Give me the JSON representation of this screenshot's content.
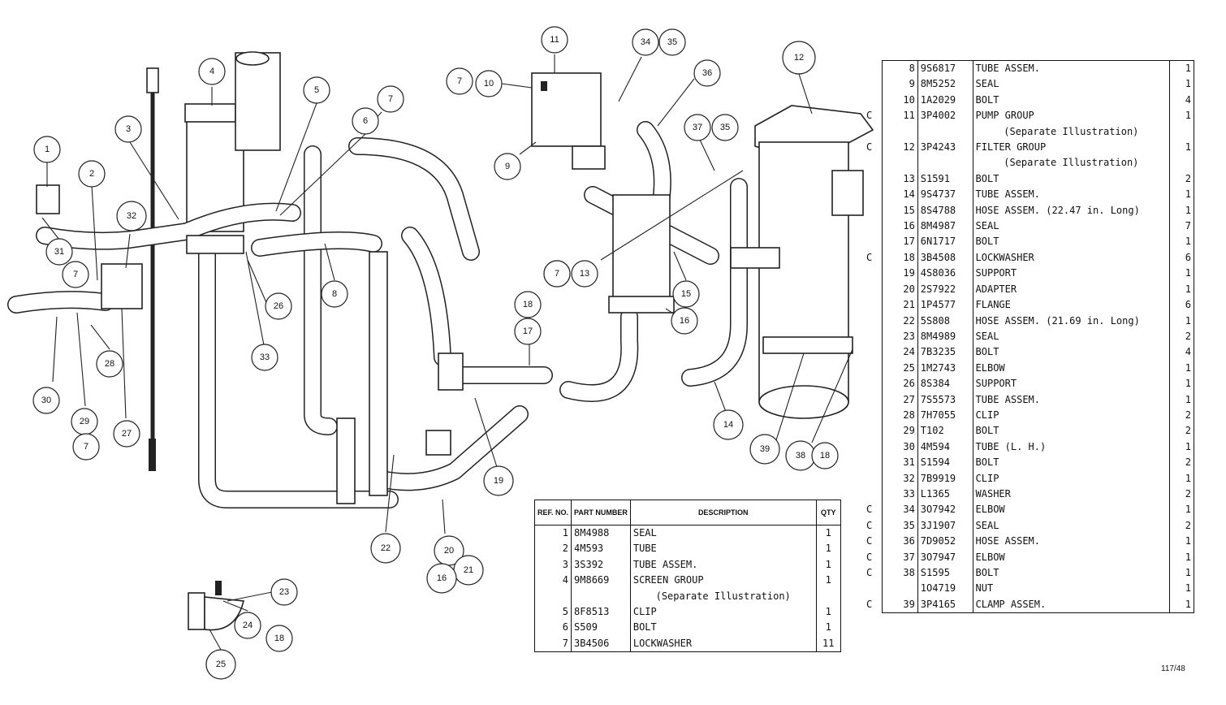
{
  "callouts": [
    {
      "n": "1"
    },
    {
      "n": "2"
    },
    {
      "n": "3"
    },
    {
      "n": "4"
    },
    {
      "n": "5"
    },
    {
      "n": "6"
    },
    {
      "n": "7"
    },
    {
      "n": "7"
    },
    {
      "n": "8"
    },
    {
      "n": "7"
    },
    {
      "n": "10"
    },
    {
      "n": "9"
    },
    {
      "n": "11"
    },
    {
      "n": "34"
    },
    {
      "n": "35"
    },
    {
      "n": "36"
    },
    {
      "n": "37"
    },
    {
      "n": "35"
    },
    {
      "n": "12"
    },
    {
      "n": "7"
    },
    {
      "n": "13"
    },
    {
      "n": "15"
    },
    {
      "n": "16"
    },
    {
      "n": "18"
    },
    {
      "n": "17"
    },
    {
      "n": "14"
    },
    {
      "n": "39"
    },
    {
      "n": "38"
    },
    {
      "n": "18"
    },
    {
      "n": "19"
    },
    {
      "n": "20"
    },
    {
      "n": "21"
    },
    {
      "n": "16"
    },
    {
      "n": "22"
    },
    {
      "n": "26"
    },
    {
      "n": "33"
    },
    {
      "n": "32"
    },
    {
      "n": "31"
    },
    {
      "n": "7"
    },
    {
      "n": "28"
    },
    {
      "n": "30"
    },
    {
      "n": "29"
    },
    {
      "n": "7"
    },
    {
      "n": "27"
    },
    {
      "n": "23"
    },
    {
      "n": "24"
    },
    {
      "n": "18"
    },
    {
      "n": "25"
    }
  ],
  "table_left": {
    "headers": {
      "ref": "REF. NO.",
      "part": "PART NUMBER",
      "description": "DESCRIPTION",
      "qty": "QTY"
    },
    "rows": [
      {
        "ref": "1",
        "pn": "8M4988",
        "desc": "SEAL",
        "qty": "1"
      },
      {
        "ref": "2",
        "pn": "4M593",
        "desc": "TUBE",
        "qty": "1"
      },
      {
        "ref": "3",
        "pn": "3S392",
        "desc": "TUBE ASSEM.",
        "qty": "1"
      },
      {
        "ref": "4",
        "pn": "9M8669",
        "desc": "SCREEN GROUP",
        "qty": "1"
      },
      {
        "ref": "",
        "pn": "",
        "desc": "(Separate Illustration)",
        "qty": ""
      },
      {
        "ref": "5",
        "pn": "8F8513",
        "desc": "CLIP",
        "qty": "1"
      },
      {
        "ref": "6",
        "pn": "S509",
        "desc": "BOLT",
        "qty": "1"
      },
      {
        "ref": "7",
        "pn": "3B4506",
        "desc": "LOCKWASHER",
        "qty": "11"
      }
    ]
  },
  "table_right": {
    "rows": [
      {
        "c": "",
        "ref": "8",
        "pn": "9S6817",
        "desc": "TUBE ASSEM.",
        "qty": "1"
      },
      {
        "c": "",
        "ref": "9",
        "pn": "8M5252",
        "desc": "SEAL",
        "qty": "1"
      },
      {
        "c": "",
        "ref": "10",
        "pn": "1A2029",
        "desc": "BOLT",
        "qty": "4"
      },
      {
        "c": "C",
        "ref": "11",
        "pn": "3P4002",
        "desc": "PUMP GROUP",
        "qty": "1"
      },
      {
        "c": "",
        "ref": "",
        "pn": "",
        "desc": "(Separate Illustration)",
        "qty": ""
      },
      {
        "c": "C",
        "ref": "12",
        "pn": "3P4243",
        "desc": "FILTER GROUP",
        "qty": "1"
      },
      {
        "c": "",
        "ref": "",
        "pn": "",
        "desc": "(Separate Illustration)",
        "qty": ""
      },
      {
        "c": "",
        "ref": "13",
        "pn": "S1591",
        "desc": "BOLT",
        "qty": "2"
      },
      {
        "c": "",
        "ref": "14",
        "pn": "9S4737",
        "desc": "TUBE ASSEM.",
        "qty": "1"
      },
      {
        "c": "",
        "ref": "15",
        "pn": "8S4788",
        "desc": "HOSE ASSEM. (22.47 in. Long)",
        "qty": "1"
      },
      {
        "c": "",
        "ref": "16",
        "pn": "8M4987",
        "desc": "SEAL",
        "qty": "7"
      },
      {
        "c": "",
        "ref": "17",
        "pn": "6N1717",
        "desc": "BOLT",
        "qty": "1"
      },
      {
        "c": "C",
        "ref": "18",
        "pn": "3B4508",
        "desc": "LOCKWASHER",
        "qty": "6"
      },
      {
        "c": "",
        "ref": "19",
        "pn": "4S8036",
        "desc": "SUPPORT",
        "qty": "1"
      },
      {
        "c": "",
        "ref": "20",
        "pn": "2S7922",
        "desc": "ADAPTER",
        "qty": "1"
      },
      {
        "c": "",
        "ref": "21",
        "pn": "1P4577",
        "desc": "FLANGE",
        "qty": "6"
      },
      {
        "c": "",
        "ref": "22",
        "pn": "5S808",
        "desc": "HOSE ASSEM. (21.69 in. Long)",
        "qty": "1"
      },
      {
        "c": "",
        "ref": "23",
        "pn": "8M4989",
        "desc": "SEAL",
        "qty": "2"
      },
      {
        "c": "",
        "ref": "24",
        "pn": "7B3235",
        "desc": "BOLT",
        "qty": "4"
      },
      {
        "c": "",
        "ref": "25",
        "pn": "1M2743",
        "desc": "ELBOW",
        "qty": "1"
      },
      {
        "c": "",
        "ref": "26",
        "pn": "8S384",
        "desc": "SUPPORT",
        "qty": "1"
      },
      {
        "c": "",
        "ref": "27",
        "pn": "7S5573",
        "desc": "TUBE ASSEM.",
        "qty": "1"
      },
      {
        "c": "",
        "ref": "28",
        "pn": "7H7055",
        "desc": "CLIP",
        "qty": "2"
      },
      {
        "c": "",
        "ref": "29",
        "pn": "T102",
        "desc": "BOLT",
        "qty": "2"
      },
      {
        "c": "",
        "ref": "30",
        "pn": "4M594",
        "desc": "TUBE (L. H.)",
        "qty": "1"
      },
      {
        "c": "",
        "ref": "31",
        "pn": "S1594",
        "desc": "BOLT",
        "qty": "2"
      },
      {
        "c": "",
        "ref": "32",
        "pn": "7B9919",
        "desc": "CLIP",
        "qty": "1"
      },
      {
        "c": "",
        "ref": "33",
        "pn": "L1365",
        "desc": "WASHER",
        "qty": "2"
      },
      {
        "c": "C",
        "ref": "34",
        "pn": "3O7942",
        "desc": "ELBOW",
        "qty": "1"
      },
      {
        "c": "C",
        "ref": "35",
        "pn": "3J1907",
        "desc": "SEAL",
        "qty": "2"
      },
      {
        "c": "C",
        "ref": "36",
        "pn": "7D9052",
        "desc": "HOSE ASSEM.",
        "qty": "1"
      },
      {
        "c": "C",
        "ref": "37",
        "pn": "3O7947",
        "desc": "ELBOW",
        "qty": "1"
      },
      {
        "c": "C",
        "ref": "38",
        "pn": "S1595",
        "desc": "BOLT",
        "qty": "1"
      },
      {
        "c": "",
        "ref": "",
        "pn": "1O4719",
        "desc": "NUT",
        "qty": "1"
      },
      {
        "c": "C",
        "ref": "39",
        "pn": "3P4165",
        "desc": "CLAMP ASSEM.",
        "qty": "1"
      }
    ]
  },
  "figure_code": "117/48"
}
